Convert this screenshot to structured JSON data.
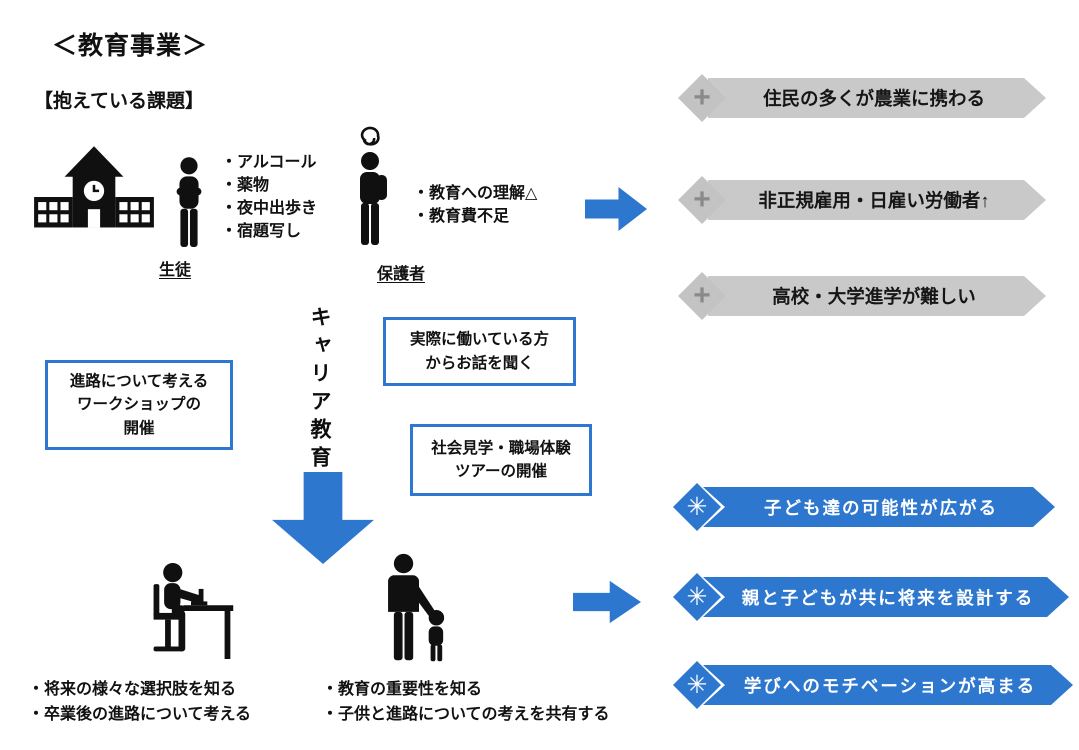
{
  "title": "＜教育事業＞",
  "issues": {
    "heading": "【抱えている課題】",
    "student": {
      "label": "生徒",
      "items": [
        "・アルコール",
        "・薬物",
        "・夜中出歩き",
        "・宿題写し"
      ]
    },
    "guardian": {
      "label": "保護者",
      "items": [
        "・教育への理解△",
        "・教育費不足"
      ]
    }
  },
  "background_banners": [
    {
      "text": "住民の多くが農業に携わる"
    },
    {
      "text": "非正規雇用・日雇い労働者↑"
    },
    {
      "text": "高校・大学進学が難しい"
    }
  ],
  "career_education": {
    "vertical_label": "キャリア教育",
    "boxes": [
      {
        "lines": [
          "進路について考える",
          "ワークショップの",
          "開催"
        ]
      },
      {
        "lines": [
          "実際に働いている方",
          "からお話を聞く"
        ]
      },
      {
        "lines": [
          "社会見学・職場体験",
          "ツアーの開催"
        ]
      }
    ]
  },
  "outcomes": {
    "students": [
      "・将来の様々な選択肢を知る",
      "・卒業後の進路について考える"
    ],
    "parents": [
      "・教育の重要性を知る",
      "・子供と進路についての考えを共有する"
    ]
  },
  "result_banners": [
    {
      "text": "子ども達の可能性が広がる"
    },
    {
      "text": "親と子どもが共に将来を設計する"
    },
    {
      "text": "学びへのモチベーションが高まる"
    }
  ],
  "icons": {
    "gray_diamond_glyph": "+",
    "blue_diamond_glyph": "✳"
  },
  "colors": {
    "accent_blue": "#2e77cf",
    "banner_gray": "#c9c9c9"
  }
}
